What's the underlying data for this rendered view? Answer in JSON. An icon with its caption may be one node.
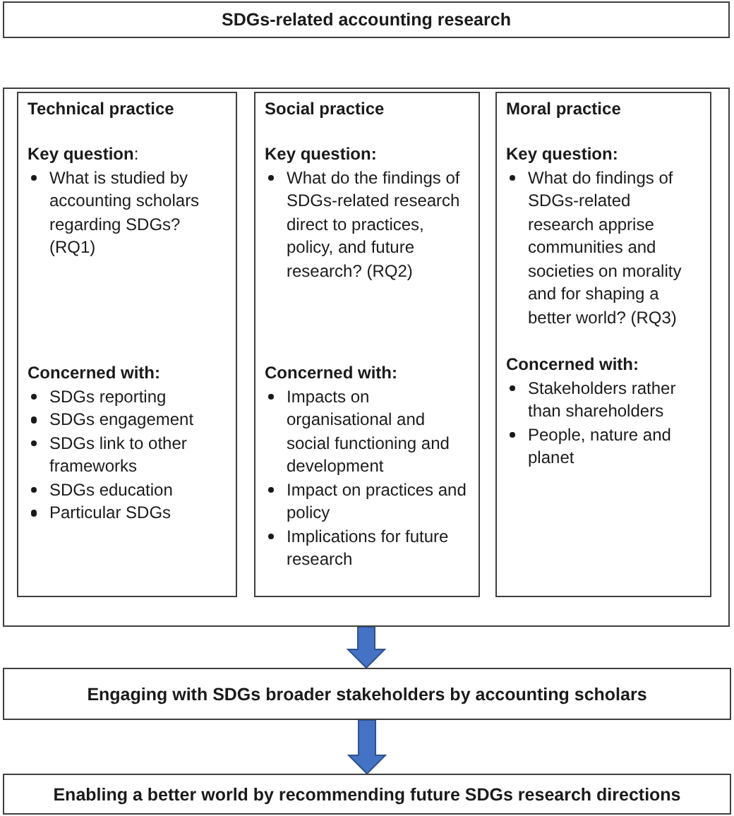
{
  "diagram": {
    "nodes": [
      {
        "text": [
          "SDGs-related accounting research"
        ]
      },
      {
        "text": [],
        "shape": "box"
      },
      {
        "text": [
          "Technical practice",
          "**Key question**:",
          "What is studied by accounting scholars regarding SDGs? (RQ1)",
          "Concerned with:",
          "SDGs reporting",
          "SDGs engagement",
          "SDGs link to other frameworks",
          "SDGs education",
          "Particular SDGs"
        ],
        "in": 1
      },
      {
        "text": [
          "Social practice",
          "Key question:",
          "What do the findings of SDGs-related research direct to practices, policy, and future research? (RQ2)",
          "Concerned with:",
          "Impacts on organisational and social functioning and development",
          "Impact on practices and policy",
          "Implications for future research"
        ],
        "in": 1
      },
      {
        "text": [
          "Moral practice",
          "Key question:",
          "What do findings of SDGs-related research apprise communities and societies on morality and for shaping a better world? (RQ3)",
          "Concerned with:",
          "Stakeholders rather than shareholders",
          "People, nature and planet"
        ],
        "in": 1
      },
      {
        "text": [
          "Engaging with SDGs broader stakeholders by accounting scholars"
        ]
      },
      {
        "text": [
          "Enabling a better world by recommending future SDGs research directions"
        ]
      }
    ],
    "edges": [
      {
        "from": 1,
        "to": 5,
        "arrow": "to",
        "style": "thick"
      },
      {
        "from": 5,
        "to": 6,
        "arrow": "to",
        "style": "thick"
      }
    ]
  }
}
